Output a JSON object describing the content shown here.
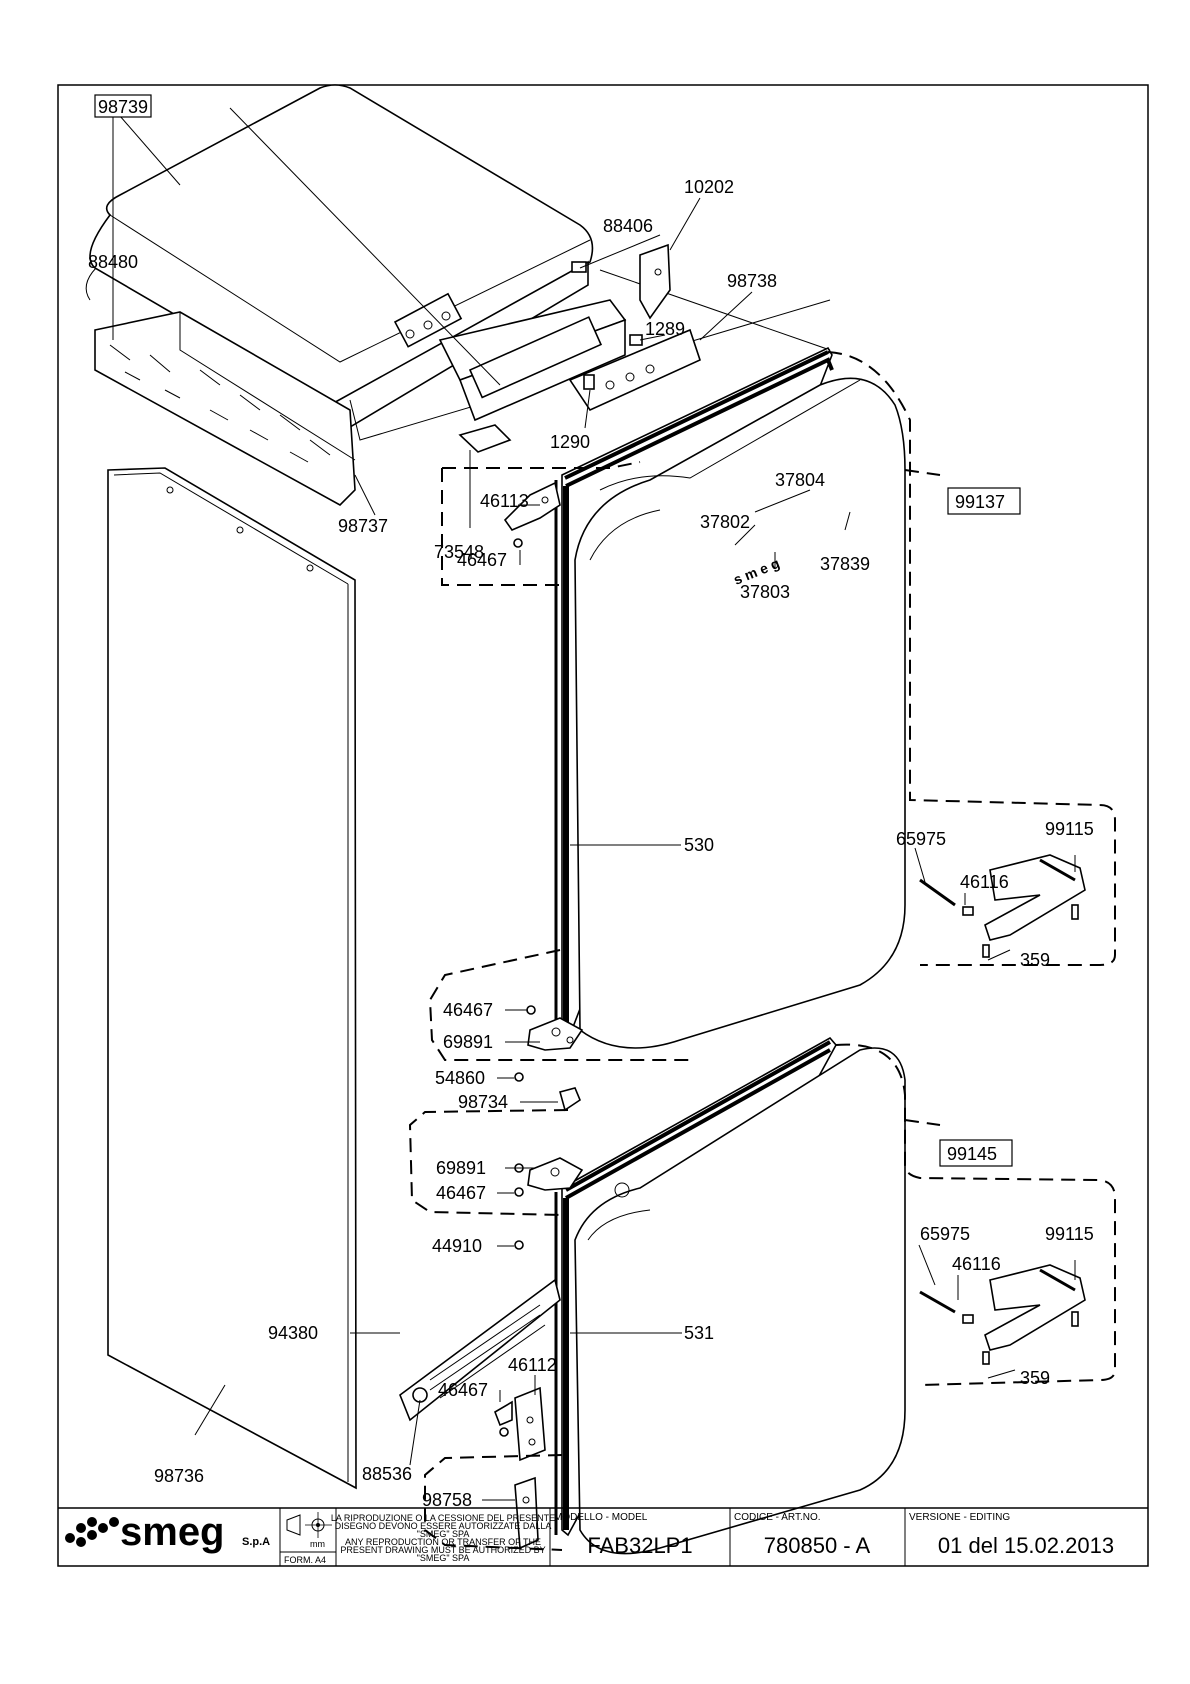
{
  "drawing": {
    "labels": {
      "p98739": "98739",
      "p88480": "88480",
      "p10202": "10202",
      "p88406": "88406",
      "p98738": "98738",
      "p1289": "1289",
      "p1290": "1290",
      "p98737": "98737",
      "p73548": "73548",
      "p46113": "46113",
      "p46467_a": "46467",
      "p37804": "37804",
      "p37802": "37802",
      "p37803": "37803",
      "p37839": "37839",
      "p99137": "99137",
      "p530": "530",
      "p65975_a": "65975",
      "p99115_a": "99115",
      "p46116_a": "46116",
      "p359_a": "359",
      "p46467_b": "46467",
      "p69891_a": "69891",
      "p54860": "54860",
      "p98734": "98734",
      "p99145": "99145",
      "p69891_b": "69891",
      "p46467_c": "46467",
      "p44910": "44910",
      "p65975_b": "65975",
      "p99115_b": "99115",
      "p46116_b": "46116",
      "p359_b": "359",
      "p94380": "94380",
      "p531": "531",
      "p46112": "46112",
      "p46467_d": "46467",
      "p88536": "88536",
      "p98736": "98736",
      "p98758": "98758"
    }
  },
  "title_block": {
    "brand": "smeg",
    "brand_suffix": "S.p.A",
    "format": "FORM. A4",
    "unit": "mm",
    "notice": [
      "LA RIPRODUZIONE O LA CESSIONE DEL PRESENTE",
      "DISEGNO DEVONO ESSERE AUTORIZZATE DALLA",
      "\"SMEG\" SPA",
      "ANY REPRODUCTION OR TRANSFER OF THE",
      "PRESENT DRAWING MUST BE AUTHORIZED BY",
      "\"SMEG\" SPA"
    ],
    "model_header": "MODELLO - MODEL",
    "model_value": "FAB32LP1",
    "code_header": "CODICE - ART.NO.",
    "code_value": "780850 - A",
    "version_header": "VERSIONE - EDITING",
    "version_value": "01 del 15.02.2013"
  }
}
